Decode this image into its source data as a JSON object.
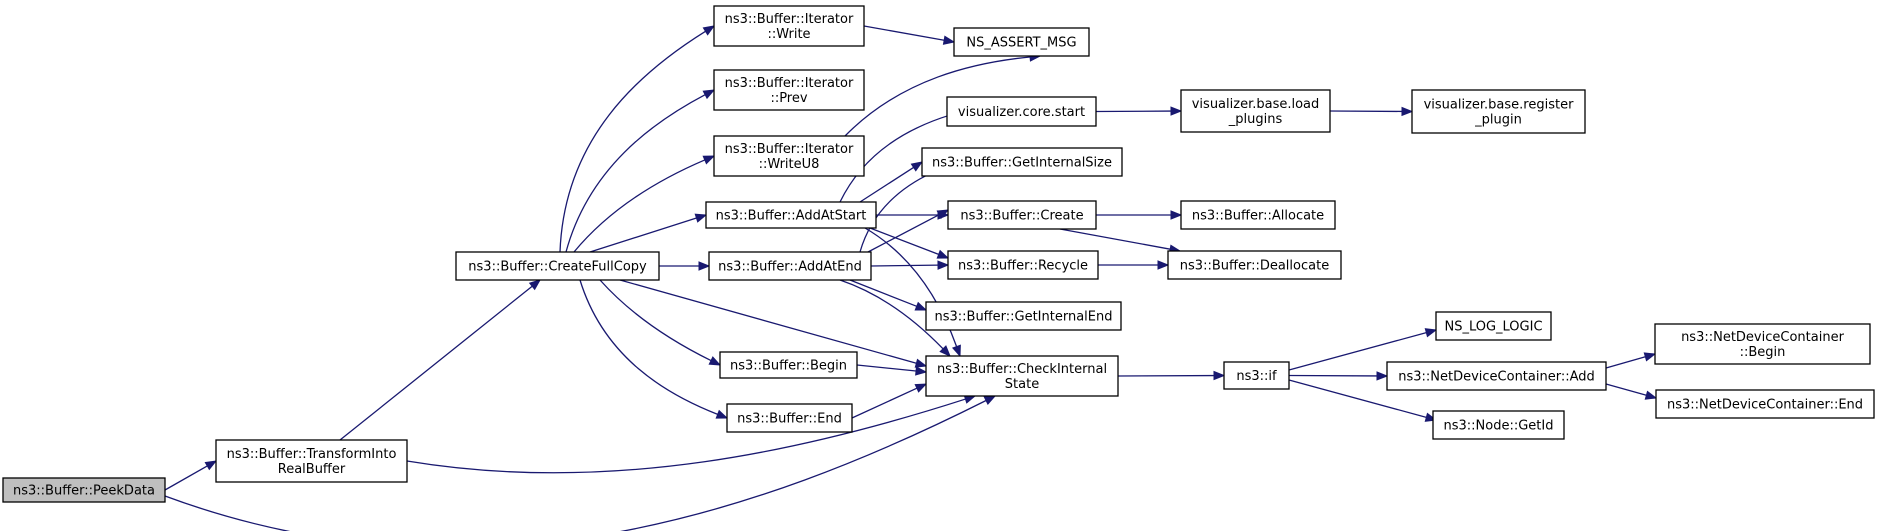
{
  "colors": {
    "edge": "#191970",
    "node_fill": "#ffffff",
    "selected_fill": "#bfbfbf",
    "border": "#000000"
  },
  "nodes": [
    {
      "id": "peekdata",
      "lines": [
        "ns3::Buffer::PeekData"
      ],
      "selected": true
    },
    {
      "id": "transform",
      "lines": [
        "ns3::Buffer::TransformInto",
        "RealBuffer"
      ]
    },
    {
      "id": "createfullcopy",
      "lines": [
        "ns3::Buffer::CreateFullCopy"
      ]
    },
    {
      "id": "iter-write",
      "lines": [
        "ns3::Buffer::Iterator",
        "::Write"
      ]
    },
    {
      "id": "iter-prev",
      "lines": [
        "ns3::Buffer::Iterator",
        "::Prev"
      ]
    },
    {
      "id": "iter-writeu8",
      "lines": [
        "ns3::Buffer::Iterator",
        "::WriteU8"
      ]
    },
    {
      "id": "addatstart",
      "lines": [
        "ns3::Buffer::AddAtStart"
      ]
    },
    {
      "id": "addatend",
      "lines": [
        "ns3::Buffer::AddAtEnd"
      ]
    },
    {
      "id": "begin",
      "lines": [
        "ns3::Buffer::Begin"
      ]
    },
    {
      "id": "end",
      "lines": [
        "ns3::Buffer::End"
      ]
    },
    {
      "id": "assert",
      "lines": [
        "NS_ASSERT_MSG"
      ]
    },
    {
      "id": "vis-core-start",
      "lines": [
        "visualizer.core.start"
      ]
    },
    {
      "id": "getinternalsize",
      "lines": [
        "ns3::Buffer::GetInternalSize"
      ]
    },
    {
      "id": "create",
      "lines": [
        "ns3::Buffer::Create"
      ]
    },
    {
      "id": "recycle",
      "lines": [
        "ns3::Buffer::Recycle"
      ]
    },
    {
      "id": "getinternalend",
      "lines": [
        "ns3::Buffer::GetInternalEnd"
      ]
    },
    {
      "id": "checkinternal",
      "lines": [
        "ns3::Buffer::CheckInternal",
        "State"
      ]
    },
    {
      "id": "vis-load",
      "lines": [
        "visualizer.base.load",
        "_plugins"
      ]
    },
    {
      "id": "vis-register",
      "lines": [
        "visualizer.base.register",
        "_plugin"
      ]
    },
    {
      "id": "allocate",
      "lines": [
        "ns3::Buffer::Allocate"
      ]
    },
    {
      "id": "deallocate",
      "lines": [
        "ns3::Buffer::Deallocate"
      ]
    },
    {
      "id": "if",
      "lines": [
        "ns3::if"
      ]
    },
    {
      "id": "loglogic",
      "lines": [
        "NS_LOG_LOGIC"
      ]
    },
    {
      "id": "ndc-add",
      "lines": [
        "ns3::NetDeviceContainer::Add"
      ]
    },
    {
      "id": "getid",
      "lines": [
        "ns3::Node::GetId"
      ]
    },
    {
      "id": "ndc-begin",
      "lines": [
        "ns3::NetDeviceContainer",
        "::Begin"
      ]
    },
    {
      "id": "ndc-end",
      "lines": [
        "ns3::NetDeviceContainer::End"
      ]
    }
  ],
  "edges": [
    [
      "peekdata",
      "transform"
    ],
    [
      "peekdata",
      "checkinternal"
    ],
    [
      "transform",
      "createfullcopy"
    ],
    [
      "transform",
      "checkinternal"
    ],
    [
      "createfullcopy",
      "iter-write"
    ],
    [
      "createfullcopy",
      "iter-prev"
    ],
    [
      "createfullcopy",
      "iter-writeu8"
    ],
    [
      "createfullcopy",
      "addatstart"
    ],
    [
      "createfullcopy",
      "addatend"
    ],
    [
      "createfullcopy",
      "checkinternal"
    ],
    [
      "createfullcopy",
      "begin"
    ],
    [
      "createfullcopy",
      "end"
    ],
    [
      "iter-write",
      "assert"
    ],
    [
      "iter-writeu8",
      "assert"
    ],
    [
      "addatstart",
      "vis-core-start"
    ],
    [
      "addatstart",
      "getinternalsize"
    ],
    [
      "addatstart",
      "create"
    ],
    [
      "addatstart",
      "recycle"
    ],
    [
      "addatstart",
      "checkinternal"
    ],
    [
      "addatend",
      "getinternalsize"
    ],
    [
      "addatend",
      "create"
    ],
    [
      "addatend",
      "recycle"
    ],
    [
      "addatend",
      "getinternalend"
    ],
    [
      "addatend",
      "checkinternal"
    ],
    [
      "begin",
      "checkinternal"
    ],
    [
      "end",
      "checkinternal"
    ],
    [
      "vis-core-start",
      "vis-load"
    ],
    [
      "vis-load",
      "vis-register"
    ],
    [
      "create",
      "allocate"
    ],
    [
      "create",
      "deallocate"
    ],
    [
      "recycle",
      "deallocate"
    ],
    [
      "checkinternal",
      "if"
    ],
    [
      "if",
      "loglogic"
    ],
    [
      "if",
      "ndc-add"
    ],
    [
      "if",
      "getid"
    ],
    [
      "ndc-add",
      "ndc-begin"
    ],
    [
      "ndc-add",
      "ndc-end"
    ]
  ]
}
